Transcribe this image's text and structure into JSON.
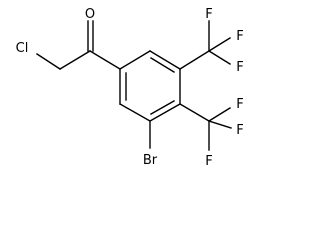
{
  "molecule": {
    "atom_labels": {
      "carbonyl_oxygen": "O",
      "chlorine": "Cl",
      "bromine": "Br",
      "cf3_upper": {
        "f_top": "F",
        "f_right": "F",
        "f_bottom": "F"
      },
      "cf3_lower": {
        "f_top": "F",
        "f_right": "F",
        "f_bottom": "F"
      }
    },
    "colors": {
      "bond": "#000000",
      "label": "#000000",
      "background": "#ffffff"
    }
  }
}
